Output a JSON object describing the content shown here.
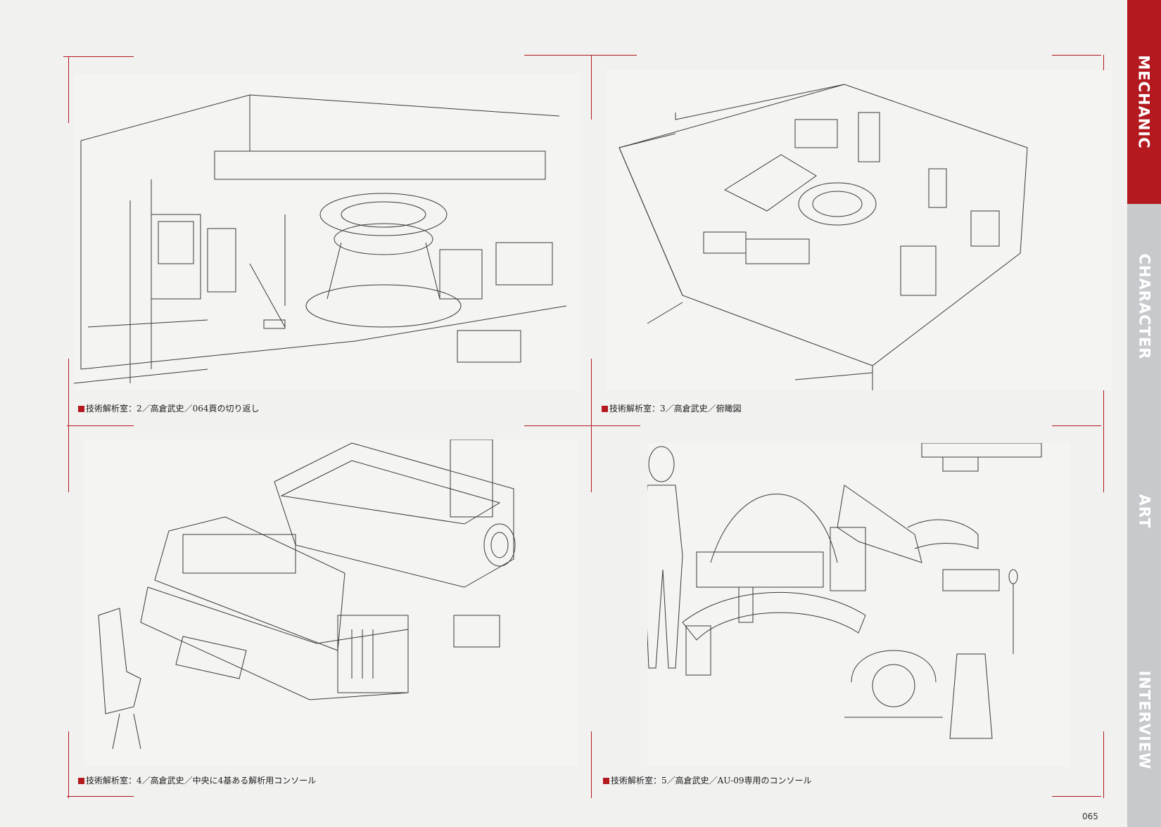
{
  "side_tabs": [
    {
      "label": "MECHANIC",
      "active": true,
      "color": "#b3191f"
    },
    {
      "label": "CHARACTER",
      "active": false,
      "color": "#c7c9cc"
    },
    {
      "label": "ART",
      "active": false,
      "color": "#c7c9cc"
    },
    {
      "label": "INTERVIEW",
      "active": false,
      "color": "#c7c9cc"
    }
  ],
  "captions": [
    "技術解析室：2／高倉武史／064頁の切り返し",
    "技術解析室：3／高倉武史／俯瞰図",
    "技術解析室：4／高倉武史／中央に4基ある解析用コンソール",
    "技術解析室：5／高倉武史／AU-09専用のコンソール"
  ],
  "page_number": "065",
  "colors": {
    "accent": "#b3191f",
    "paper": "#f1f1f0",
    "tab_inactive": "#c7c9cc"
  }
}
